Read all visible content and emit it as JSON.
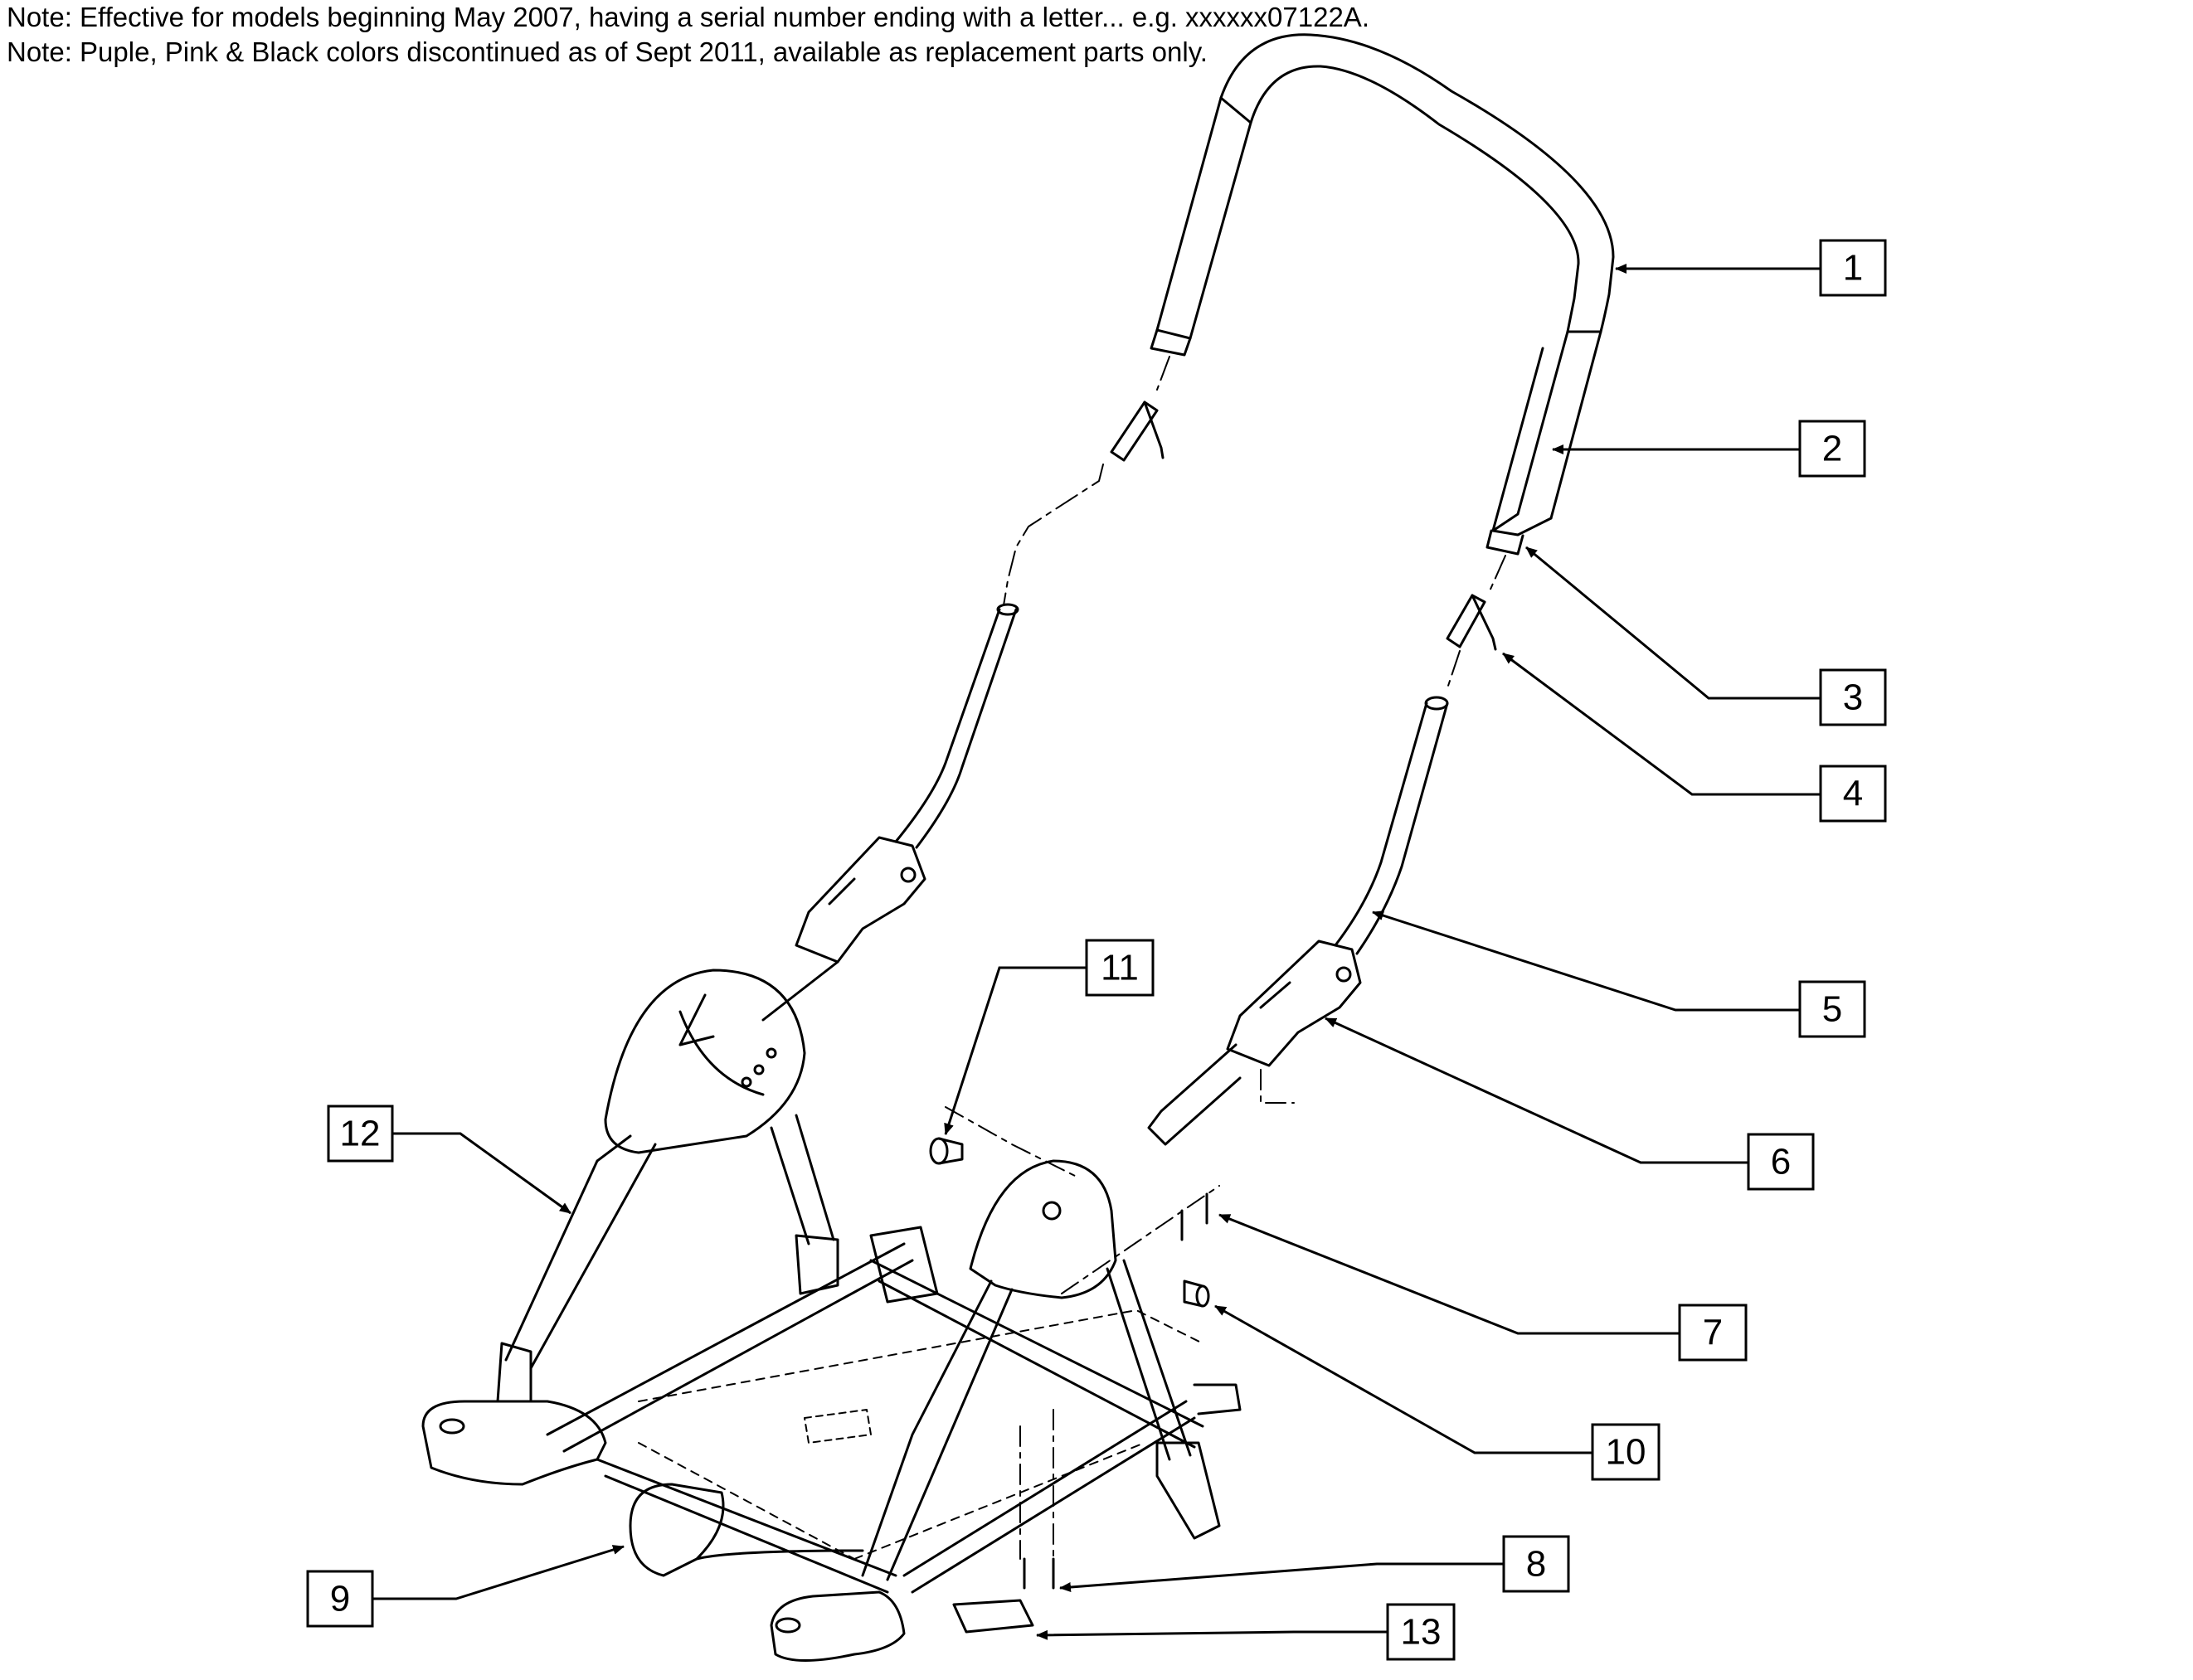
{
  "notes": [
    "Note: Effective for models beginning May 2007, having a serial number ending with a letter... e.g. xxxxxx07122A.",
    "Note: Puple, Pink & Black colors discontinued as of Sept 2011, available as replacement parts only."
  ],
  "callouts": [
    "1",
    "2",
    "3",
    "4",
    "5",
    "6",
    "7",
    "8",
    "9",
    "10",
    "11",
    "12",
    "13"
  ],
  "colors": {
    "line": "#000000",
    "background": "#ffffff"
  }
}
